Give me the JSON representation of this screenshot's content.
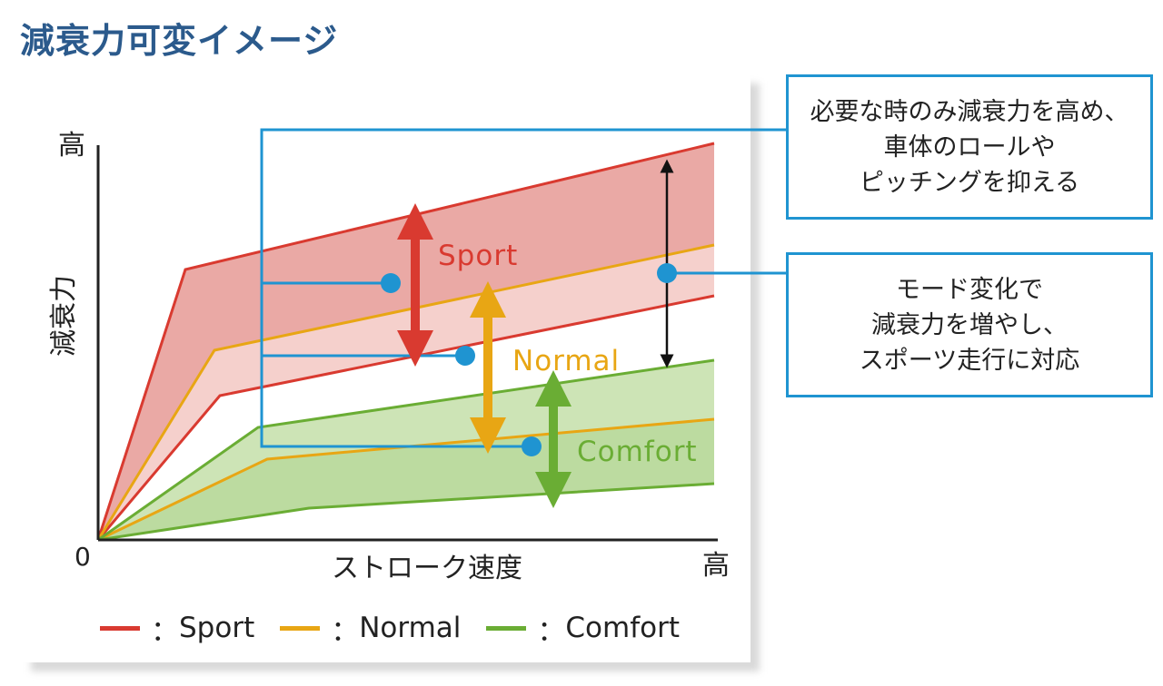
{
  "title": "減衰力可変イメージ",
  "axis": {
    "y_label": "減衰力",
    "y_max_label": "高",
    "x_label": "ストローク速度",
    "x_max_label": "高",
    "origin_label": "0"
  },
  "modes": {
    "sport": {
      "label": "Sport",
      "color": "#d93a30"
    },
    "normal": {
      "label": "Normal",
      "color": "#e8a614"
    },
    "comfort": {
      "label": "Comfort",
      "color": "#6aad34"
    }
  },
  "legend": {
    "separator": "：",
    "items": [
      {
        "label": "Sport",
        "color": "#d93a30"
      },
      {
        "label": "Normal",
        "color": "#e8a614"
      },
      {
        "label": "Comfort",
        "color": "#6aad34"
      }
    ]
  },
  "callouts": {
    "top": {
      "lines": [
        "必要な時のみ減衰力を高め、",
        "車体のロールや",
        "ピッチングを抑える"
      ]
    },
    "bottom": {
      "lines": [
        "モード変化で",
        "減衰力を増やし、",
        "スポーツ走行に対応"
      ]
    }
  },
  "colors": {
    "title": "#2b5a8c",
    "callout_border": "#1f94d1",
    "leader_line": "#1f94d1",
    "sport_band_fill": "#eaa9a5",
    "sport_band_fill_light": "#f5d0cc",
    "comfort_band_fill": "#cde4b6",
    "comfort_band_fill_dark": "#bcdba0"
  }
}
